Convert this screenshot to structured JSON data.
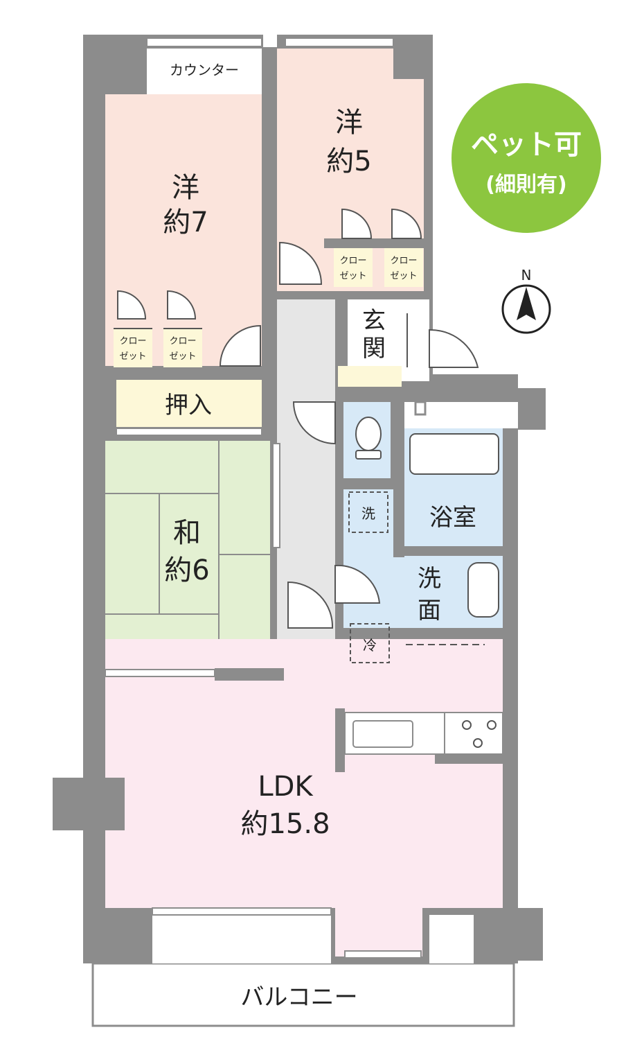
{
  "badge": {
    "line1": "ペット可",
    "line2": "(細則有)",
    "color": "#8cc63f"
  },
  "compass": {
    "label": "N"
  },
  "rooms": {
    "western7": {
      "name": "洋",
      "size": "約7"
    },
    "western5": {
      "name": "洋",
      "size": "約5"
    },
    "japanese": {
      "name": "和",
      "size": "約6"
    },
    "ldk": {
      "name": "LDK",
      "size": "約15.8"
    }
  },
  "labels": {
    "counter": "カウンター",
    "closet_line1": "クロー",
    "closet_line2": "ゼット",
    "oshiire": "押入",
    "genkan_1": "玄",
    "genkan_2": "関",
    "bath": "浴室",
    "washroom_1": "洗",
    "washroom_2": "面",
    "washer": "洗",
    "fridge": "冷",
    "balcony": "バルコニー"
  },
  "colors": {
    "wall": "#8c8c8c",
    "western_floor": "#fbe4dc",
    "japanese_floor": "#e3f0d2",
    "ldk_floor": "#fce9f0",
    "wet_area": "#d7e9f7",
    "storage": "#fdf8d8",
    "corridor": "#e6e6e6"
  }
}
